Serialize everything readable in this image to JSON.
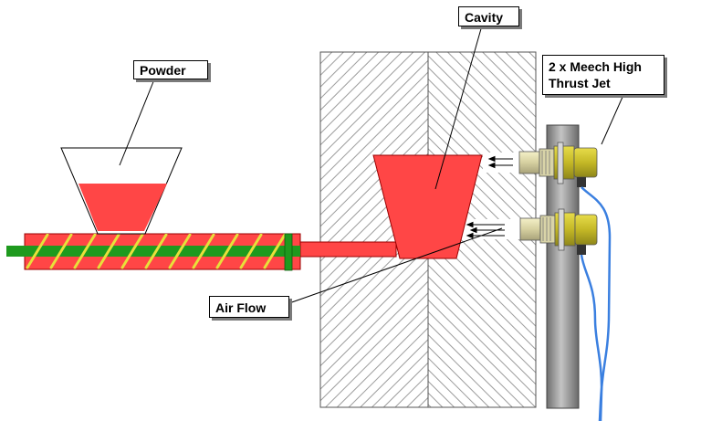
{
  "labels": {
    "powder": "Powder",
    "cavity": "Cavity",
    "jet": "2 x Meech High Thrust Jet",
    "air_flow": "Air Flow"
  },
  "colors": {
    "material_red": "#ff4646",
    "screw_green": "#1e9a1e",
    "flight_yellow": "#e8e03a",
    "jet_yellow": "#c8bd28",
    "pipe_grey": "#9a9a9a",
    "cable_blue": "#3a7fe0",
    "hatch_grey": "#9c9c9c",
    "callout_shadow": "#7a7a7a"
  }
}
